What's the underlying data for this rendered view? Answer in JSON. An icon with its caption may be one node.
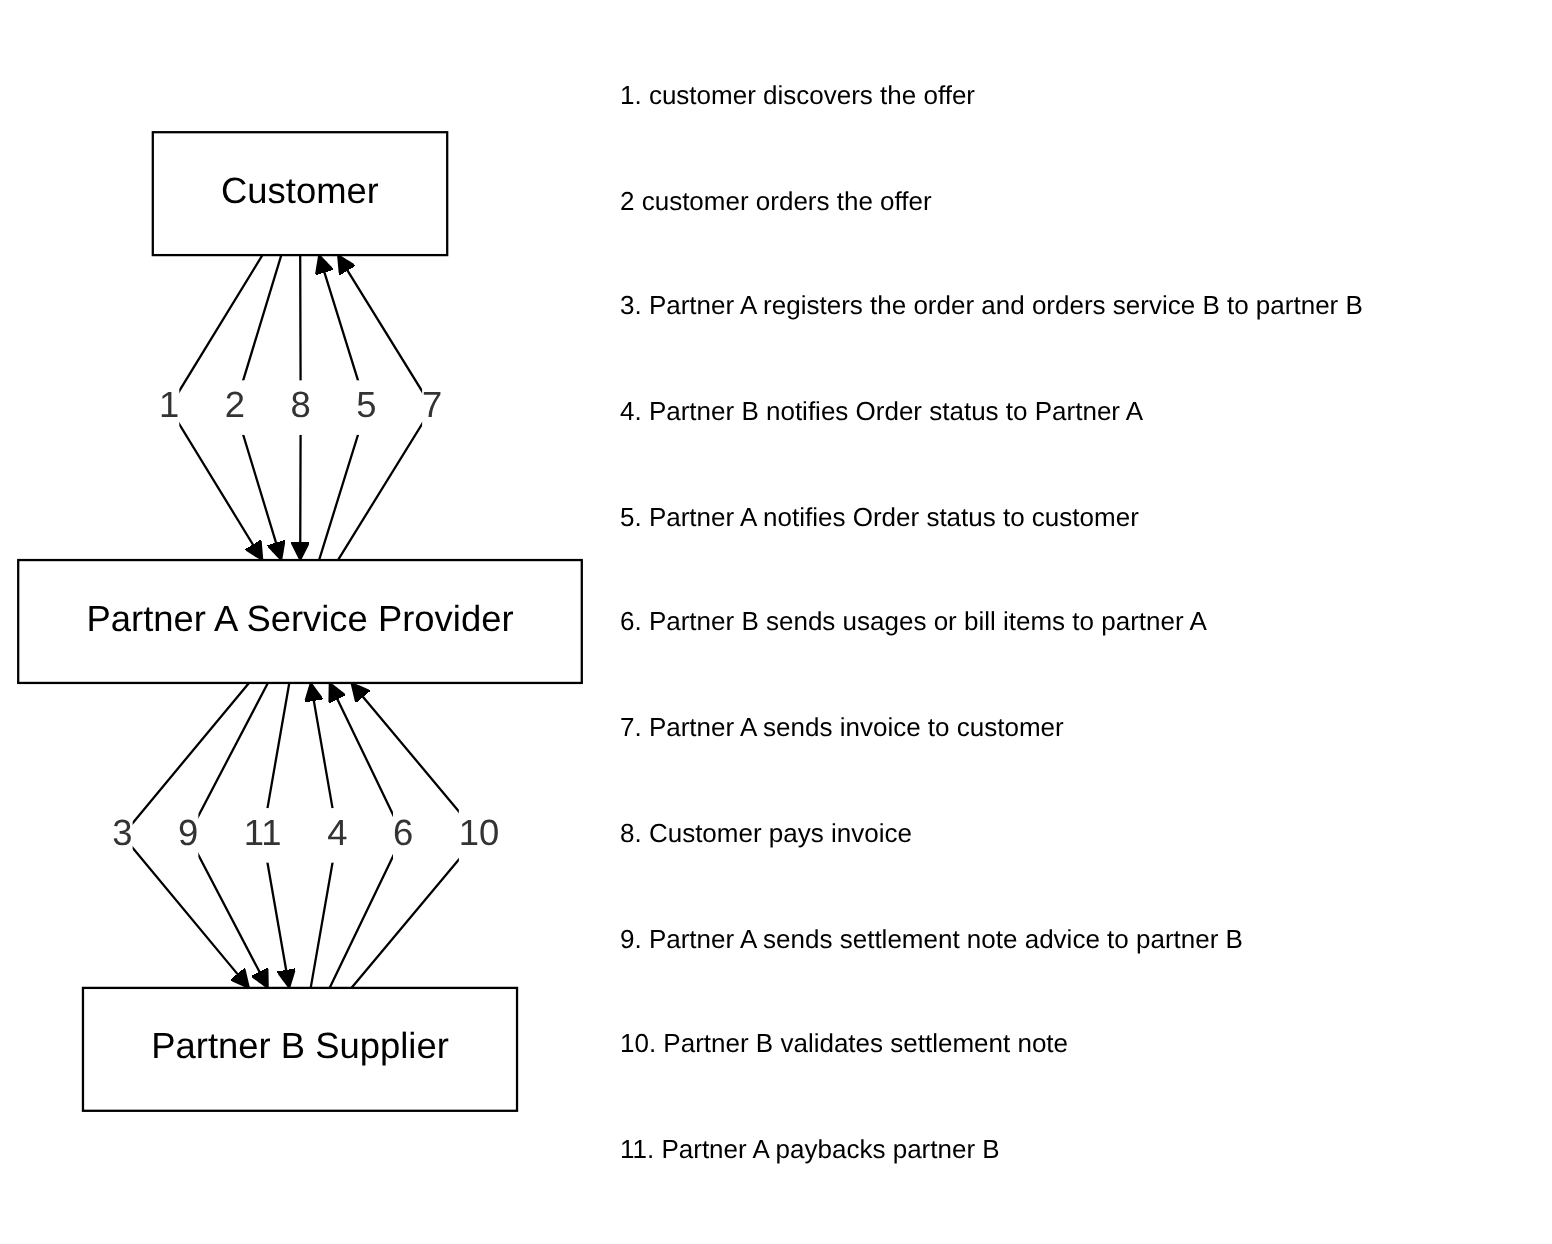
{
  "diagram": {
    "nodes": [
      {
        "text": [
          "Customer"
        ]
      },
      {
        "text": [
          "Partner A Service Provider"
        ]
      },
      {
        "text": [
          "Partner B Supplier"
        ]
      }
    ],
    "edges": [
      {
        "from": 0,
        "to": 1,
        "label": "1",
        "arrow": "to"
      },
      {
        "from": 0,
        "to": 1,
        "label": "2",
        "arrow": "to"
      },
      {
        "from": 0,
        "to": 1,
        "label": "8",
        "arrow": "to"
      },
      {
        "from": 1,
        "to": 0,
        "label": "5",
        "arrow": "to"
      },
      {
        "from": 1,
        "to": 0,
        "label": "7",
        "arrow": "to"
      },
      {
        "from": 1,
        "to": 2,
        "label": "3",
        "arrow": "to"
      },
      {
        "from": 1,
        "to": 2,
        "label": "9",
        "arrow": "to"
      },
      {
        "from": 1,
        "to": 2,
        "label": "11",
        "arrow": "to"
      },
      {
        "from": 2,
        "to": 1,
        "label": "4",
        "arrow": "to"
      },
      {
        "from": 2,
        "to": 1,
        "label": "6",
        "arrow": "to"
      },
      {
        "from": 2,
        "to": 1,
        "label": "10",
        "arrow": "to"
      }
    ],
    "labels": [
      "1. customer discovers the offer",
      "2 customer orders the offer",
      "3. Partner A registers the order and orders service B to partner B",
      "4. Partner B notifies Order status to Partner A",
      "5. Partner A notifies Order status to customer",
      "6. Partner B sends usages or bill items to partner A",
      "7. Partner A sends invoice to customer",
      "8. Customer pays invoice",
      "9. Partner A sends settlement note advice to partner B",
      "10. Partner B validates settlement note",
      "11. Partner A paybacks partner B"
    ]
  }
}
